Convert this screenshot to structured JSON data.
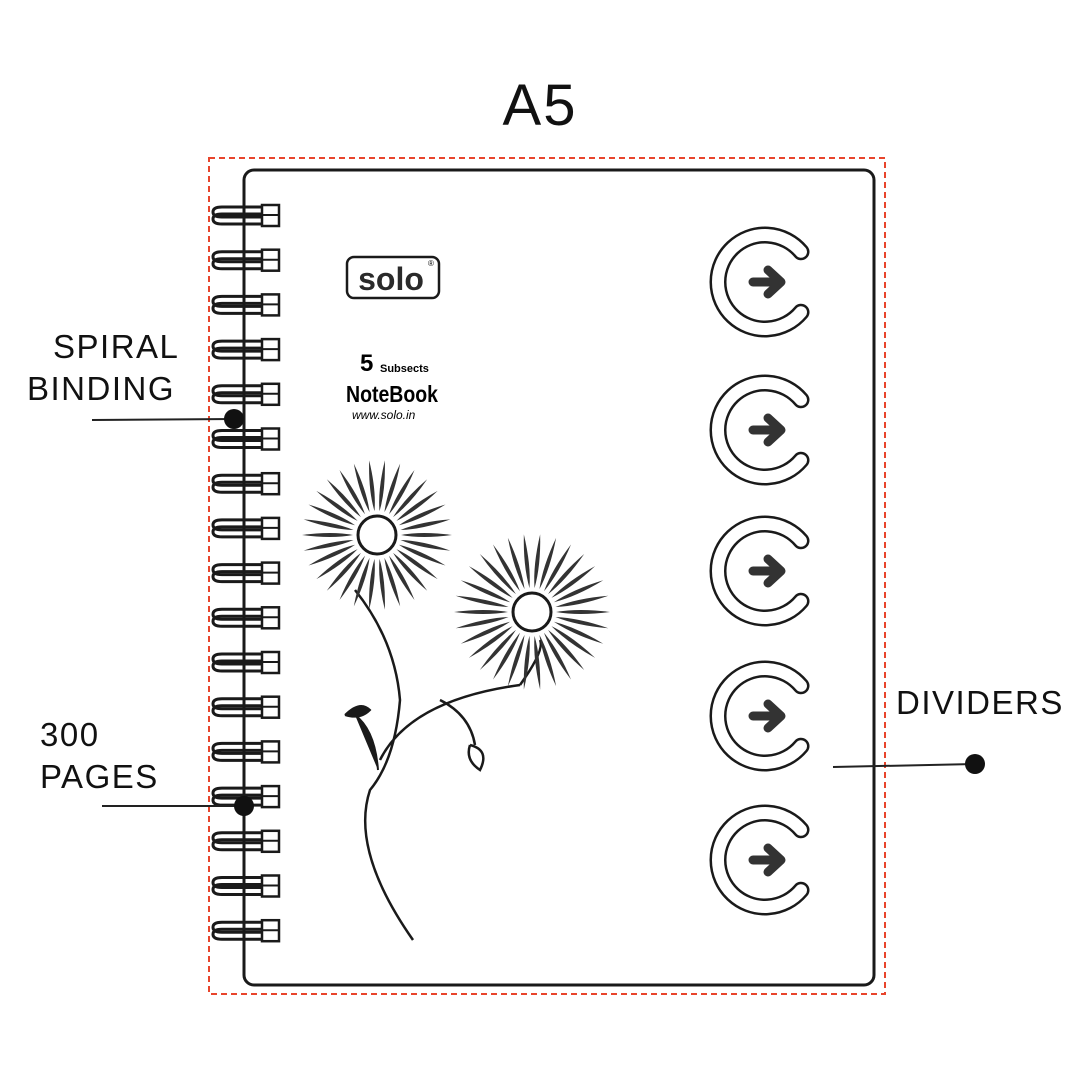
{
  "title": "A5",
  "labels": {
    "spiral_line1": "SPIRAL",
    "spiral_line2": "BINDING",
    "pages_line1": "300",
    "pages_line2": "PAGES",
    "dividers": "DIVIDERS"
  },
  "cover": {
    "brand": "solo",
    "registered_mark": "®",
    "subjects_number": "5",
    "subjects_text": "Subsects",
    "product": "NoteBook",
    "website": "www.solo.in"
  },
  "colors": {
    "outline": "#1a1a1a",
    "dashed_border": "#e8452c",
    "arrow_fill": "#333333"
  },
  "spiral_ring_count": 17,
  "divider_count": 5
}
